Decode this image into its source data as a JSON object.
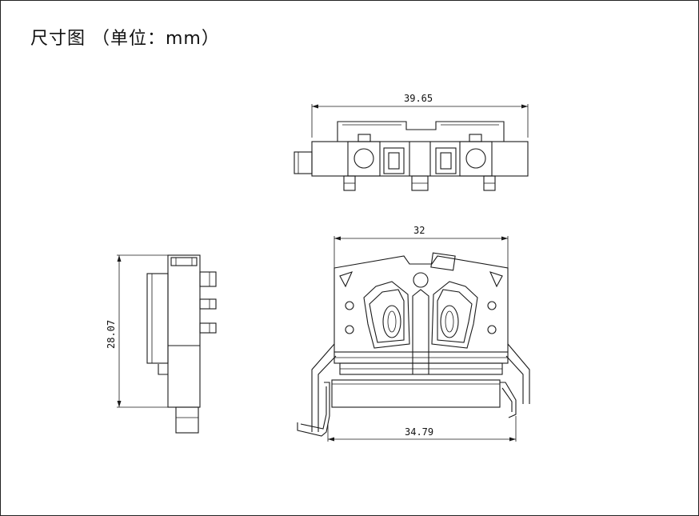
{
  "title": "尺寸图 （单位：mm）",
  "dimensions": {
    "top_width": "39.65",
    "front_width": "32",
    "side_height": "28.07",
    "rail_width": "34.79"
  }
}
